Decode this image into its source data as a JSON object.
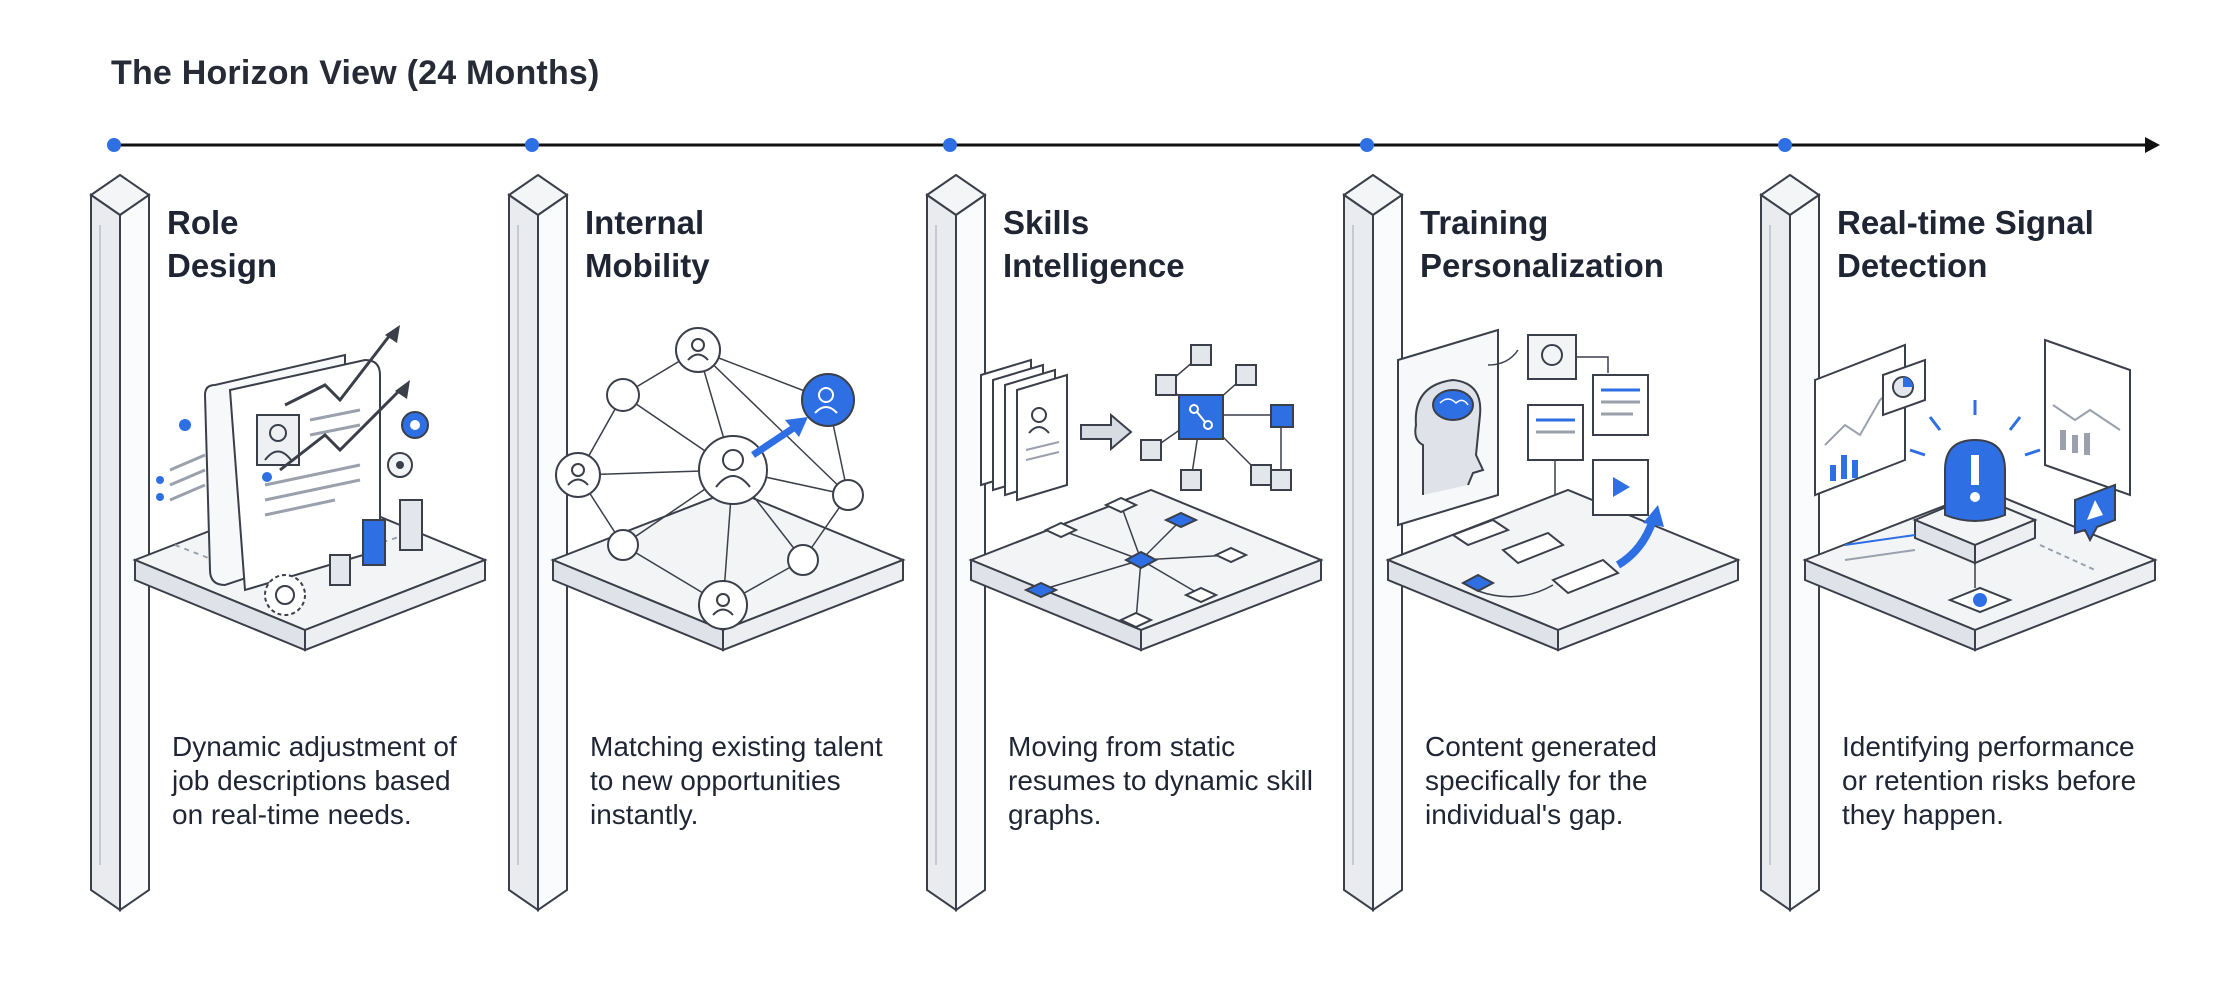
{
  "header": {
    "title": "The Horizon View (24 Months)"
  },
  "colors": {
    "accent": "#2f6fe4",
    "line": "#111111",
    "ink": "#1f2533",
    "stroke": "#3a3f4a"
  },
  "milestones": [
    {
      "title": "Role\nDesign",
      "desc": "Dynamic adjustment of job descriptions based on real-time needs.",
      "icon": "role-design-illustration"
    },
    {
      "title": "Internal\nMobility",
      "desc": "Matching existing talent to new opportunities instantly.",
      "icon": "network-mobility-illustration"
    },
    {
      "title": "Skills\nIntelligence",
      "desc": "Moving from static resumes to dynamic skill graphs.",
      "icon": "skill-graph-illustration"
    },
    {
      "title": "Training\nPersonalization",
      "desc": "Content generated specifically for the individual's gap.",
      "icon": "personalized-training-illustration"
    },
    {
      "title": "Real-time Signal\nDetection",
      "desc": "Identifying performance or retention risks before they happen.",
      "icon": "alert-signal-illustration"
    }
  ]
}
